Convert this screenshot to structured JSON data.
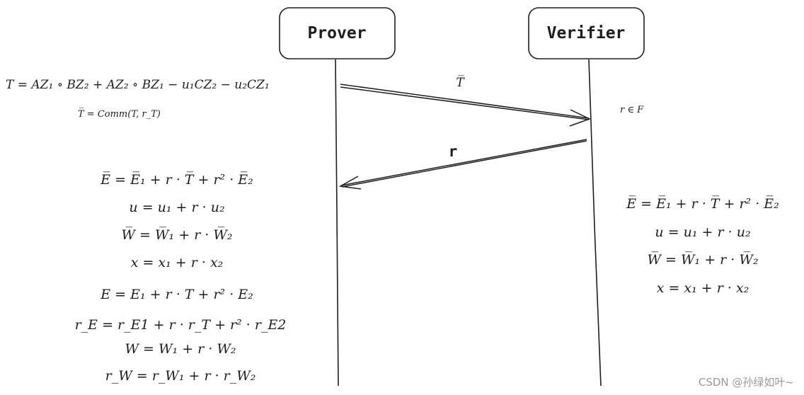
{
  "actors": {
    "prover": "Prover",
    "verifier": "Verifier"
  },
  "messages": {
    "t_bar": "T̅",
    "r": "r"
  },
  "prover_notes": {
    "t_def": "T = AZ₁ ∘ BZ₂ + AZ₂ ∘ BZ₁ − u₁CZ₂ − u₂CZ₁",
    "t_commit": "T̅ = Comm(T, r_T)"
  },
  "verifier_notes": {
    "r_sample": "r ∈ F"
  },
  "prover_equations": [
    "E̅ = E̅₁ + r · T̅ + r² · E̅₂",
    "u = u₁ + r · u₂",
    "W̅ = W̅₁ + r · W̅₂",
    "x = x₁ + r · x₂",
    "E = E₁ + r · T + r² · E₂",
    "r_E = r_E1 + r · r_T + r² · r_E2",
    "W = W₁ + r · W₂",
    "r_W = r_W₁ + r · r_W₂"
  ],
  "verifier_equations": [
    "E̅ = E̅₁ + r · T̅ + r² · E̅₂",
    "u = u₁ + r · u₂",
    "W̅ = W̅₁ + r · W̅₂",
    "x = x₁ + r · x₂"
  ],
  "watermark": "CSDN @孙绿如叶~"
}
